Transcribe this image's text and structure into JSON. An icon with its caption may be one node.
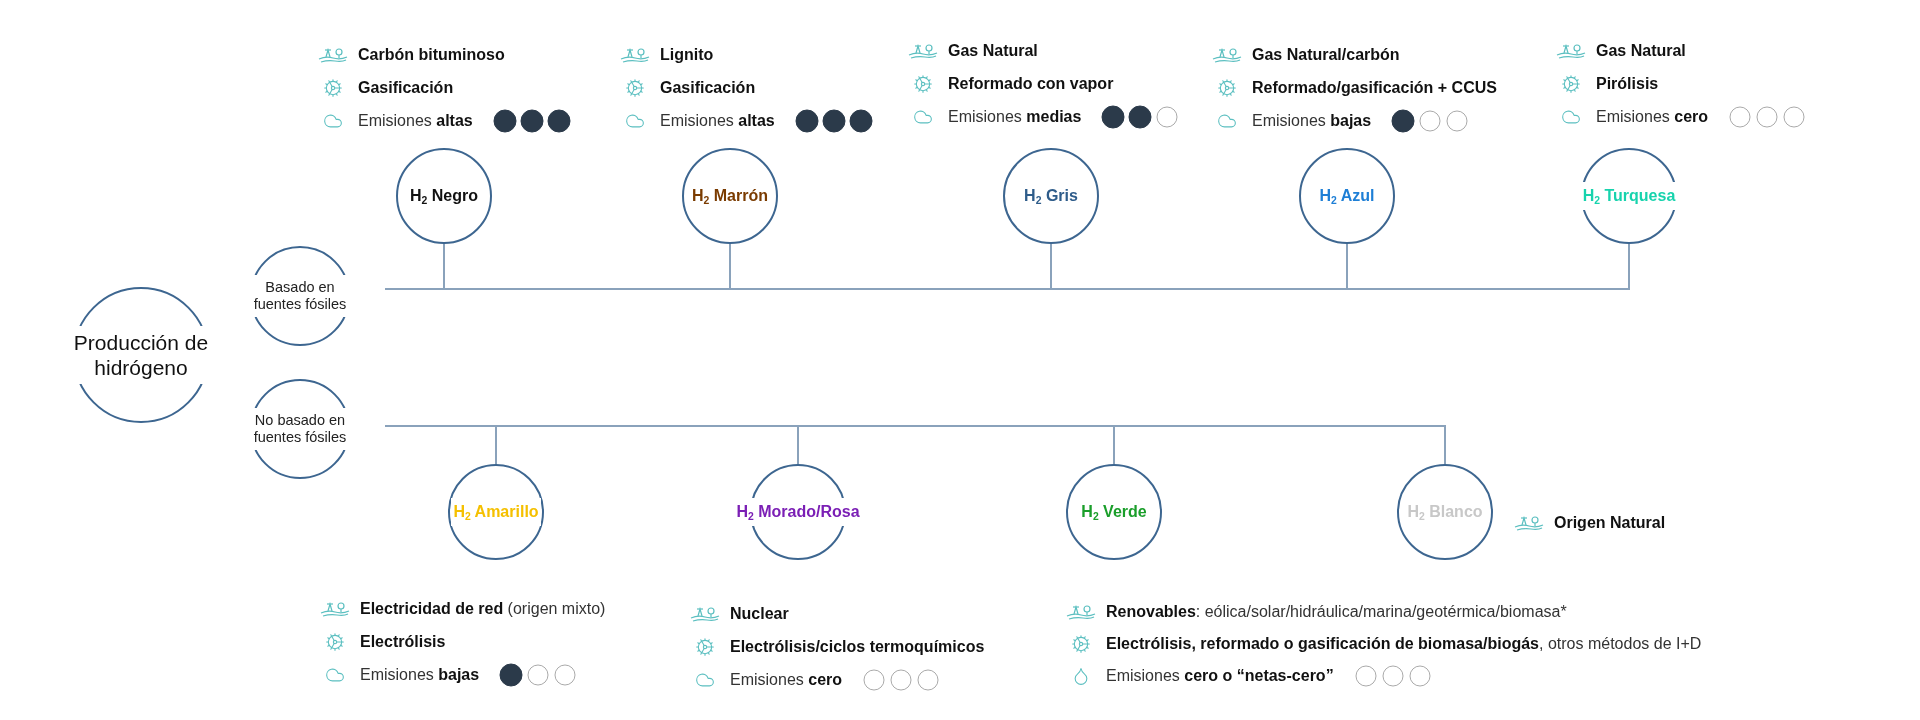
{
  "diagram": {
    "nodes": [
      {
        "text": [
          "Producción de hidrógeno"
        ]
      },
      {
        "text": [
          "Basado en fuentes fósiles"
        ]
      },
      {
        "text": [
          "No basado en fuentes fósiles"
        ]
      },
      {
        "text": [
          "H$_{2}$ Negro"
        ],
        "beside": [
          "Carbón bituminoso",
          "Gasificación",
          "Emisiones **altas**"
        ]
      },
      {
        "text": [
          "H$_{2}$ Marrón"
        ],
        "beside": [
          "Lignito",
          "Gasificación",
          "Emisiones **altas**"
        ]
      },
      {
        "text": [
          "H$_{2}$ Gris"
        ],
        "beside": [
          "Gas Natural",
          "Reformado con vapor",
          "Emisiones **medias**"
        ]
      },
      {
        "text": [
          "H$_{2}$ Azul"
        ],
        "beside": [
          "Gas Natural/carbón",
          "Reformado/gasificación + CCUS",
          "Emisiones **bajas**"
        ]
      },
      {
        "text": [
          "H$_{2}$ Turquesa"
        ],
        "beside": [
          "Gas Natural",
          "Pirólisis",
          "Emisiones **cero**"
        ]
      },
      {
        "text": [
          "H$_{2}$ Amarillo"
        ],
        "beside": [
          "**Electricidad de red** (origen mixto)",
          "Electrólisis",
          "Emisiones **bajas**"
        ]
      },
      {
        "text": [
          "H$_{2}$ Morado/Rosa"
        ],
        "beside": [
          "Nuclear",
          "Electrólisis/ciclos termoquímicos",
          "Emisiones **cero**"
        ]
      },
      {
        "text": [
          "H$_{2}$ Verde"
        ],
        "beside": [
          "**Renovables**: eólica/solar/hidráulica/marina/geotérmica/biomasa*",
          "**Electrólisis, reformado o gasificación de biomasa/biogás**, otros métodos de I+D",
          "Emisiones **cero o “netas-cero”**"
        ]
      },
      {
        "text": [
          "H$_{2}$ Blanco"
        ],
        "beside": [
          "Origen Natural"
        ]
      }
    ],
    "edges": [
      {
        "from": 1,
        "to": 3,
        "arrow": "none"
      },
      {
        "from": 1,
        "to": 4,
        "arrow": "none"
      },
      {
        "from": 1,
        "to": 5,
        "arrow": "none"
      },
      {
        "from": 1,
        "to": 6,
        "arrow": "none"
      },
      {
        "from": 1,
        "to": 7,
        "arrow": "none"
      },
      {
        "from": 2,
        "to": 8,
        "arrow": "none"
      },
      {
        "from": 2,
        "to": 9,
        "arrow": "none"
      },
      {
        "from": 2,
        "to": 10,
        "arrow": "none"
      },
      {
        "from": 2,
        "to": 11,
        "arrow": "none"
      }
    ]
  }
}
